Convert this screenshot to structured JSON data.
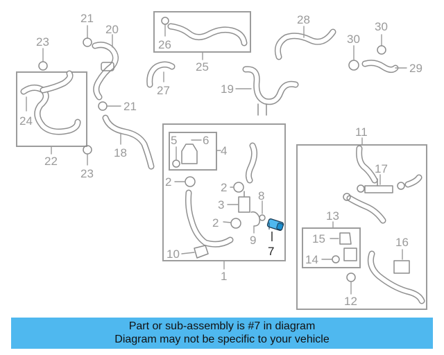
{
  "diagram": {
    "callouts": [
      "1",
      "2",
      "3",
      "4",
      "5",
      "6",
      "7",
      "8",
      "9",
      "10",
      "11",
      "12",
      "13",
      "14",
      "15",
      "16",
      "17",
      "18",
      "19",
      "20",
      "21",
      "22",
      "23",
      "24",
      "25",
      "26",
      "27",
      "28",
      "29",
      "30"
    ],
    "highlighted_callout": "7",
    "highlight_color": "#4fb8ef"
  },
  "caption": {
    "line1": "Part or sub-assembly is #7 in diagram",
    "line2": "Diagram may not be specific to your vehicle",
    "background": "#4fb8ef"
  }
}
